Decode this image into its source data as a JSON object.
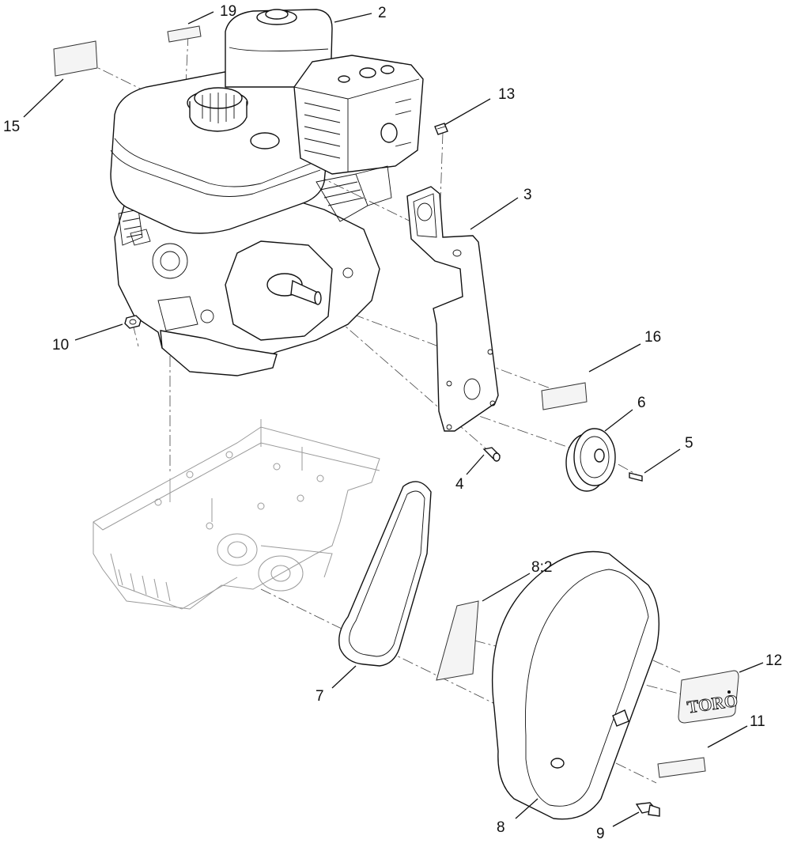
{
  "callouts": [
    {
      "id": "c2",
      "label": "2"
    },
    {
      "id": "c3",
      "label": "3"
    },
    {
      "id": "c4",
      "label": "4"
    },
    {
      "id": "c5",
      "label": "5"
    },
    {
      "id": "c6",
      "label": "6"
    },
    {
      "id": "c7",
      "label": "7"
    },
    {
      "id": "c8",
      "label": "8"
    },
    {
      "id": "c8b",
      "label": "8:2"
    },
    {
      "id": "c9",
      "label": "9"
    },
    {
      "id": "c10",
      "label": "10"
    },
    {
      "id": "c11",
      "label": "11"
    },
    {
      "id": "c12",
      "label": "12"
    },
    {
      "id": "c13",
      "label": "13"
    },
    {
      "id": "c15",
      "label": "15"
    },
    {
      "id": "c16",
      "label": "16"
    },
    {
      "id": "c19",
      "label": "19"
    }
  ],
  "logo": {
    "text": "TORO"
  }
}
